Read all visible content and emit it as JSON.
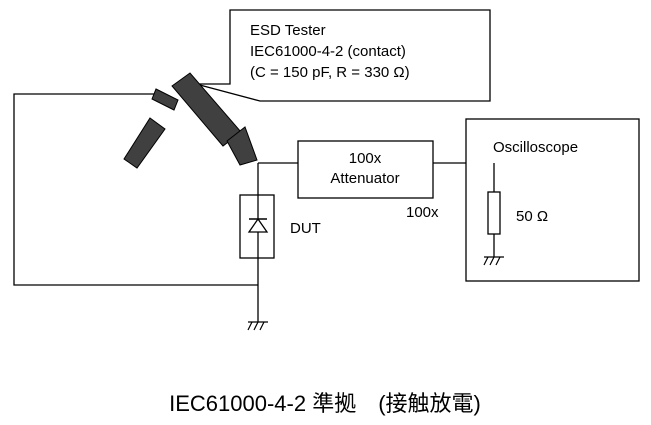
{
  "tester": {
    "line1": "ESD Tester",
    "line2": "IEC61000-4-2 (contact)",
    "line3": "(C = 150 pF, R = 330 Ω)"
  },
  "attenuator": {
    "line1": "100x",
    "line2": "Attenuator",
    "below_label": "100x"
  },
  "dut": {
    "label": "DUT"
  },
  "oscilloscope": {
    "title": "Oscilloscope",
    "resistor_label": "50 Ω"
  },
  "caption": "IEC61000-4-2 準拠　(接触放電)",
  "colors": {
    "line": "#000000",
    "tester_body": "#404040",
    "background": "#ffffff"
  }
}
